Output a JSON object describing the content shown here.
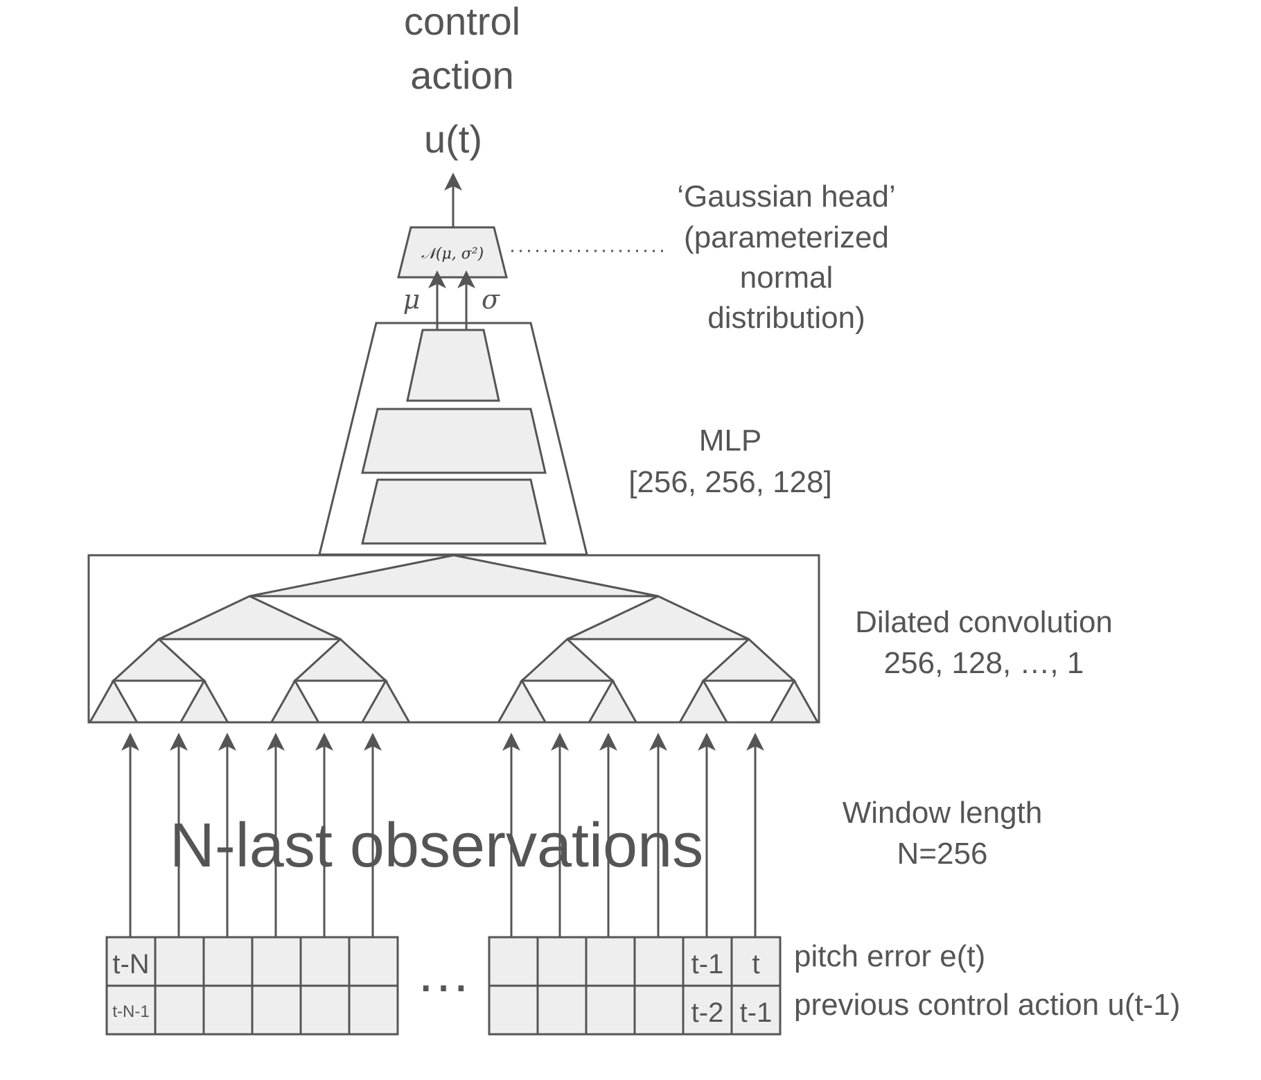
{
  "output": {
    "lines": [
      "control",
      "action",
      "u(t)"
    ]
  },
  "gaussian_head": {
    "formula": "𝒩(μ, σ²)",
    "mu": "μ",
    "sigma": "σ",
    "label_lines": [
      "‘Gaussian head’",
      "(parameterized",
      "normal",
      "distribution)"
    ]
  },
  "mlp": {
    "label_lines": [
      "MLP",
      "[256, 256, 128]"
    ]
  },
  "dilated_conv": {
    "label_lines": [
      "Dilated convolution",
      "256, 128, …, 1"
    ]
  },
  "window": {
    "label_lines": [
      "Window length",
      "N=256"
    ]
  },
  "observations": {
    "title": "N-last observations",
    "ellipsis": "…",
    "row_labels": [
      "pitch error e(t)",
      "previous control action u(t-1)"
    ],
    "left_block": {
      "top": [
        "t-N",
        "",
        "",
        "",
        "",
        ""
      ],
      "bottom": [
        "t-N-1",
        "",
        "",
        "",
        "",
        ""
      ]
    },
    "right_block": {
      "top": [
        "",
        "",
        "",
        "",
        "t-1",
        "t"
      ],
      "bottom": [
        "",
        "",
        "",
        "",
        "t-2",
        "t-1"
      ]
    }
  },
  "colors": {
    "stroke": "#555555",
    "fill": "#eeeeee",
    "text": "#555555"
  }
}
